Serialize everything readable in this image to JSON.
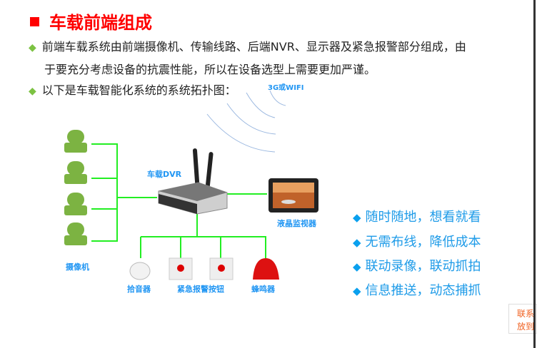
{
  "title": "车载前端组成",
  "bullets": [
    "前端车载系统由前端摄像机、传输线路、后端NVR、显示器及紧急报警部分组成，由",
    "于要充分考虑设备的抗震性能，所以在设备选型上需要更加严谨。",
    "以下是车载智能化系统的系统拓扑图："
  ],
  "diagram": {
    "wireless": "3G或WIFI",
    "dvr": "车载DVR",
    "monitor": "液晶监视器",
    "camera": "摄像机",
    "pickup": "拾音器",
    "alarm_button": "紧急报警按钮",
    "buzzer": "蜂鸣器"
  },
  "features": [
    "随时随地，想看就看",
    "无需布线，降低成本",
    "联动录像，联动抓拍",
    "信息推送，动态捕抓"
  ],
  "popup": [
    "联系",
    "放到"
  ],
  "colors": {
    "title": "#ff0000",
    "link": "#00ff00",
    "label": "#2196f3",
    "camera": "#7cb342"
  }
}
